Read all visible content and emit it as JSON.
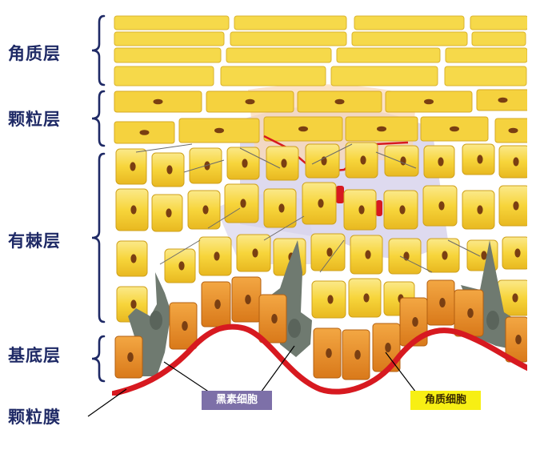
{
  "labels": {
    "stratum_corneum": "角质层",
    "stratum_granulosum": "颗粒层",
    "stratum_spinosum": "有棘层",
    "stratum_basale": "基底层",
    "basement_membrane": "颗粒膜"
  },
  "callouts": {
    "melanocyte": "黑素细胞",
    "keratinocyte": "角质细胞"
  },
  "colors": {
    "label_text": "#1f2a66",
    "bracket": "#1f2a66",
    "corneum_cell": "#f6d94a",
    "granular_cell": "#f5d23e",
    "spinous_cell": "#f7d53b",
    "basal_cell": "#e98c1d",
    "nucleus": "#7a3f12",
    "melanocyte": "#6f7a70",
    "membrane": "#d71920",
    "intercellular_lilac": "#d8d4ec",
    "melanocyte_callout_bg": "#7d70a8",
    "keratinocyte_callout_bg": "#f7ef14"
  }
}
